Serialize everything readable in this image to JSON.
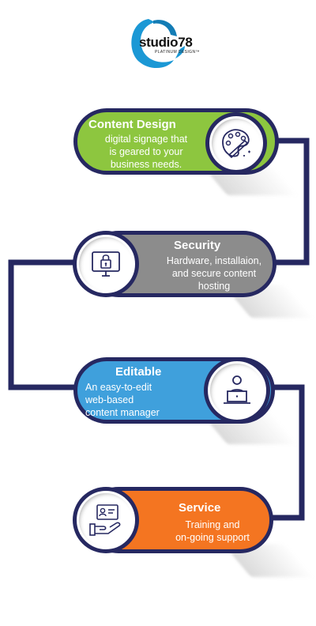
{
  "logo": {
    "brand": "studio78",
    "tagline": "PLATINUM DESIGN™"
  },
  "steps": [
    {
      "title": "Content Design",
      "description": "digital signage that\nis geared to  your\nbusiness needs.",
      "color": "#8dc63f",
      "icon": "palette-brush-icon"
    },
    {
      "title": "Security",
      "description": "Hardware, installaion,\nand secure content\nhosting",
      "color": "#8c8c8c",
      "icon": "secure-monitor-icon"
    },
    {
      "title": "Editable",
      "description": "An easy-to-edit\nweb-based\ncontent manager",
      "color": "#3fa0dc",
      "icon": "person-laptop-icon"
    },
    {
      "title": "Service",
      "description": "Training and\non-going support",
      "color": "#f47521",
      "icon": "hand-support-icon"
    }
  ],
  "colors": {
    "outline": "#262861",
    "connector": "#262861"
  }
}
